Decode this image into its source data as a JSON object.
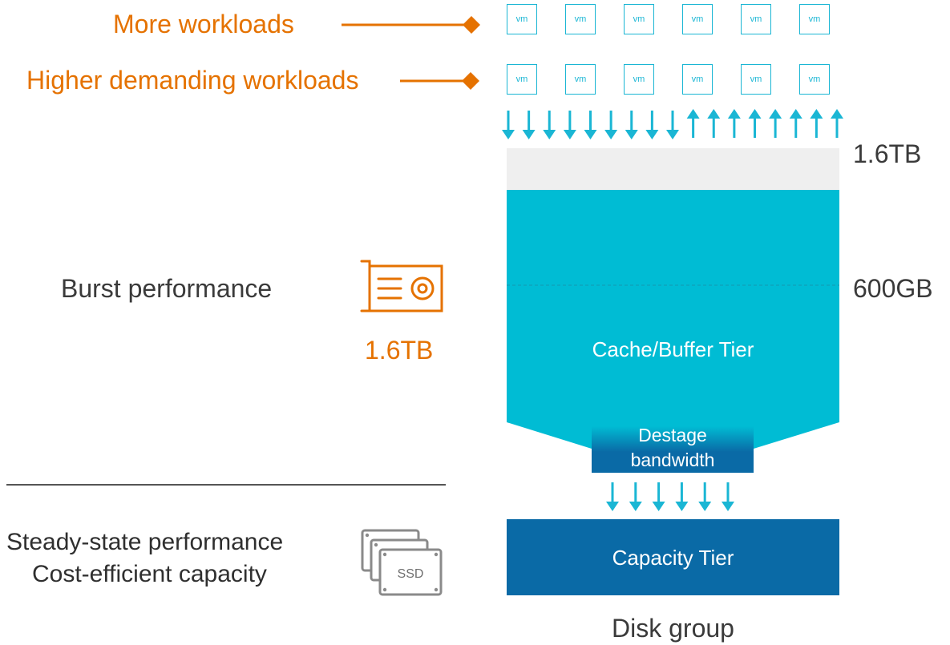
{
  "workload_labels": {
    "more": "More workloads",
    "higher": "Higher demanding workloads"
  },
  "vm_rows": [
    [
      "vm",
      "vm",
      "vm",
      "vm",
      "vm",
      "vm"
    ],
    [
      "vm",
      "vm",
      "vm",
      "vm",
      "vm",
      "vm"
    ]
  ],
  "io_arrows": {
    "down_count": 9,
    "up_count": 8
  },
  "destage_arrows": {
    "down_count": 6
  },
  "left_labels": {
    "burst": "Burst performance",
    "burst_size": "1.6TB",
    "steady_state": "Steady-state performance",
    "cost_efficient": "Cost-efficient capacity"
  },
  "icons": {
    "cache_device": "nvme-card-icon",
    "capacity_device": "ssd-stack-icon",
    "ssd_label": "SSD"
  },
  "right_labels": {
    "top_size": "1.6TB",
    "mid_size": "600GB"
  },
  "tiers": {
    "cache": "Cache/Buffer Tier",
    "destage_line1": "Destage",
    "destage_line2": "bandwidth",
    "capacity": "Capacity Tier"
  },
  "footer": {
    "disk_group": "Disk group"
  },
  "colors": {
    "orange": "#e57200",
    "cyan": "#00bcd4",
    "cyan_arrow": "#1ab6d4",
    "navy": "#0a6aa6",
    "light_gray": "#f0f0f0",
    "icon_gray": "#8a8a8a"
  }
}
